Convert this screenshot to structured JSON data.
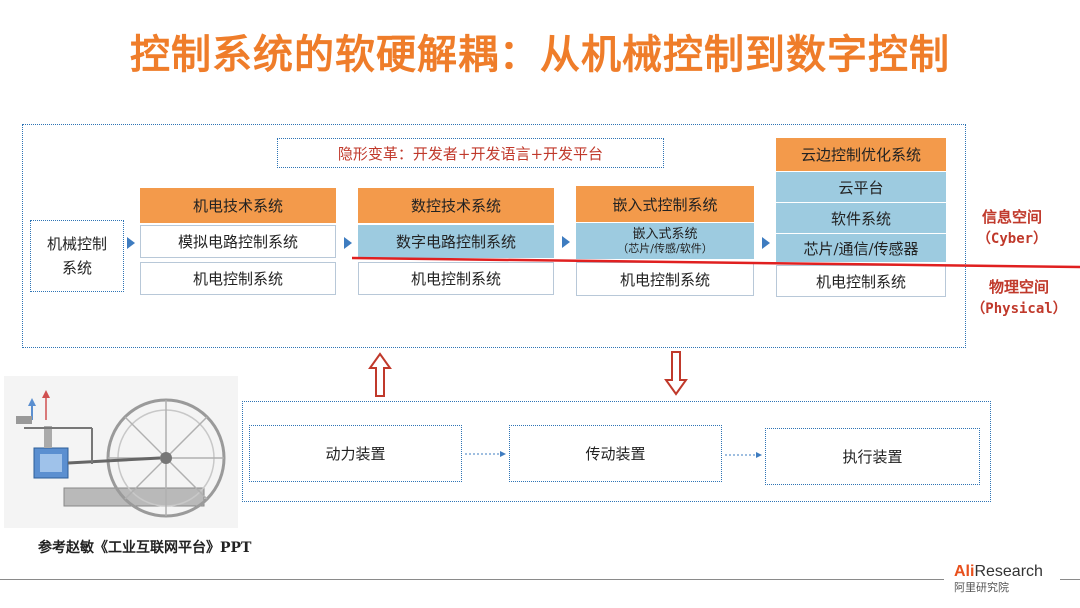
{
  "title": "控制系统的软硬解耦：从机械控制到数字控制",
  "banner": "隐形变革：开发者+开发语言+开发平台",
  "mechanical_box": "机械控制系统",
  "columns": [
    {
      "header": "机电技术系统",
      "middle": "模拟电路控制系统",
      "bottom": "机电控制系统"
    },
    {
      "header": "数控技术系统",
      "middle": "数字电路控制系统",
      "bottom": "机电控制系统"
    },
    {
      "header": "嵌入式控制系统",
      "middle_line1": "嵌入式系统",
      "middle_line2": "（芯片/传感/软件）",
      "bottom": "机电控制系统"
    },
    {
      "header": "云边控制优化系统",
      "row1": "云平台",
      "row2": "软件系统",
      "row3": "芯片/通信/传感器",
      "bottom": "机电控制系统"
    }
  ],
  "side_labels": {
    "cyber_cn": "信息空间",
    "cyber_en": "（Cyber）",
    "physical_cn": "物理空间",
    "physical_en": "（Physical）"
  },
  "devices": [
    "动力装置",
    "传动装置",
    "执行装置"
  ],
  "caption": "参考赵敏《工业互联网平台》PPT",
  "logo": {
    "brand_a": "Ali",
    "brand_b": "Research",
    "sub": "阿里研究院"
  },
  "colors": {
    "title": "#ef7d2a",
    "header": "#f39a4b",
    "cyber": "#9dcbe0",
    "divider": "#e02020",
    "frame": "#2e74b5"
  }
}
